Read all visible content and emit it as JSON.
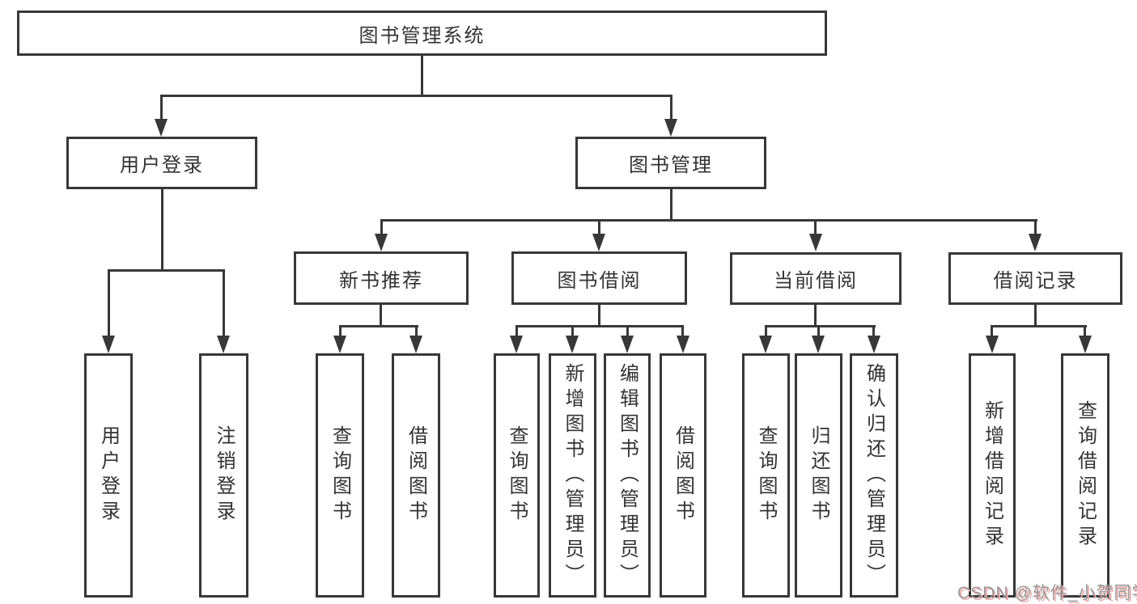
{
  "diagram": {
    "root": {
      "label": "图书管理系统"
    },
    "user_login": {
      "label": "用户登录",
      "leaves": [
        {
          "label": "用户登录"
        },
        {
          "label": "注销登录"
        }
      ]
    },
    "book_mgmt": {
      "label": "图书管理",
      "groups": [
        {
          "label": "新书推荐",
          "leaves": [
            {
              "label": "查询图书"
            },
            {
              "label": "借阅图书"
            }
          ]
        },
        {
          "label": "图书借阅",
          "leaves": [
            {
              "label": "查询图书"
            },
            {
              "label": "新增图书（管理员）"
            },
            {
              "label": "编辑图书（管理员）"
            },
            {
              "label": "借阅图书"
            }
          ]
        },
        {
          "label": "当前借阅",
          "leaves": [
            {
              "label": "查询图书"
            },
            {
              "label": "归还图书"
            },
            {
              "label": "确认归还（管理员）"
            }
          ]
        },
        {
          "label": "借阅记录",
          "leaves": [
            {
              "label": "新增借阅记录"
            },
            {
              "label": "查询借阅记录"
            }
          ]
        }
      ]
    }
  },
  "watermark": {
    "text": "CSDN @软件_小贺同学"
  },
  "colors": {
    "line": "#383838",
    "text": "#333333",
    "background": "#ffffff",
    "watermark_text": "#999999",
    "watermark_shadow": "#eeaaaa"
  }
}
